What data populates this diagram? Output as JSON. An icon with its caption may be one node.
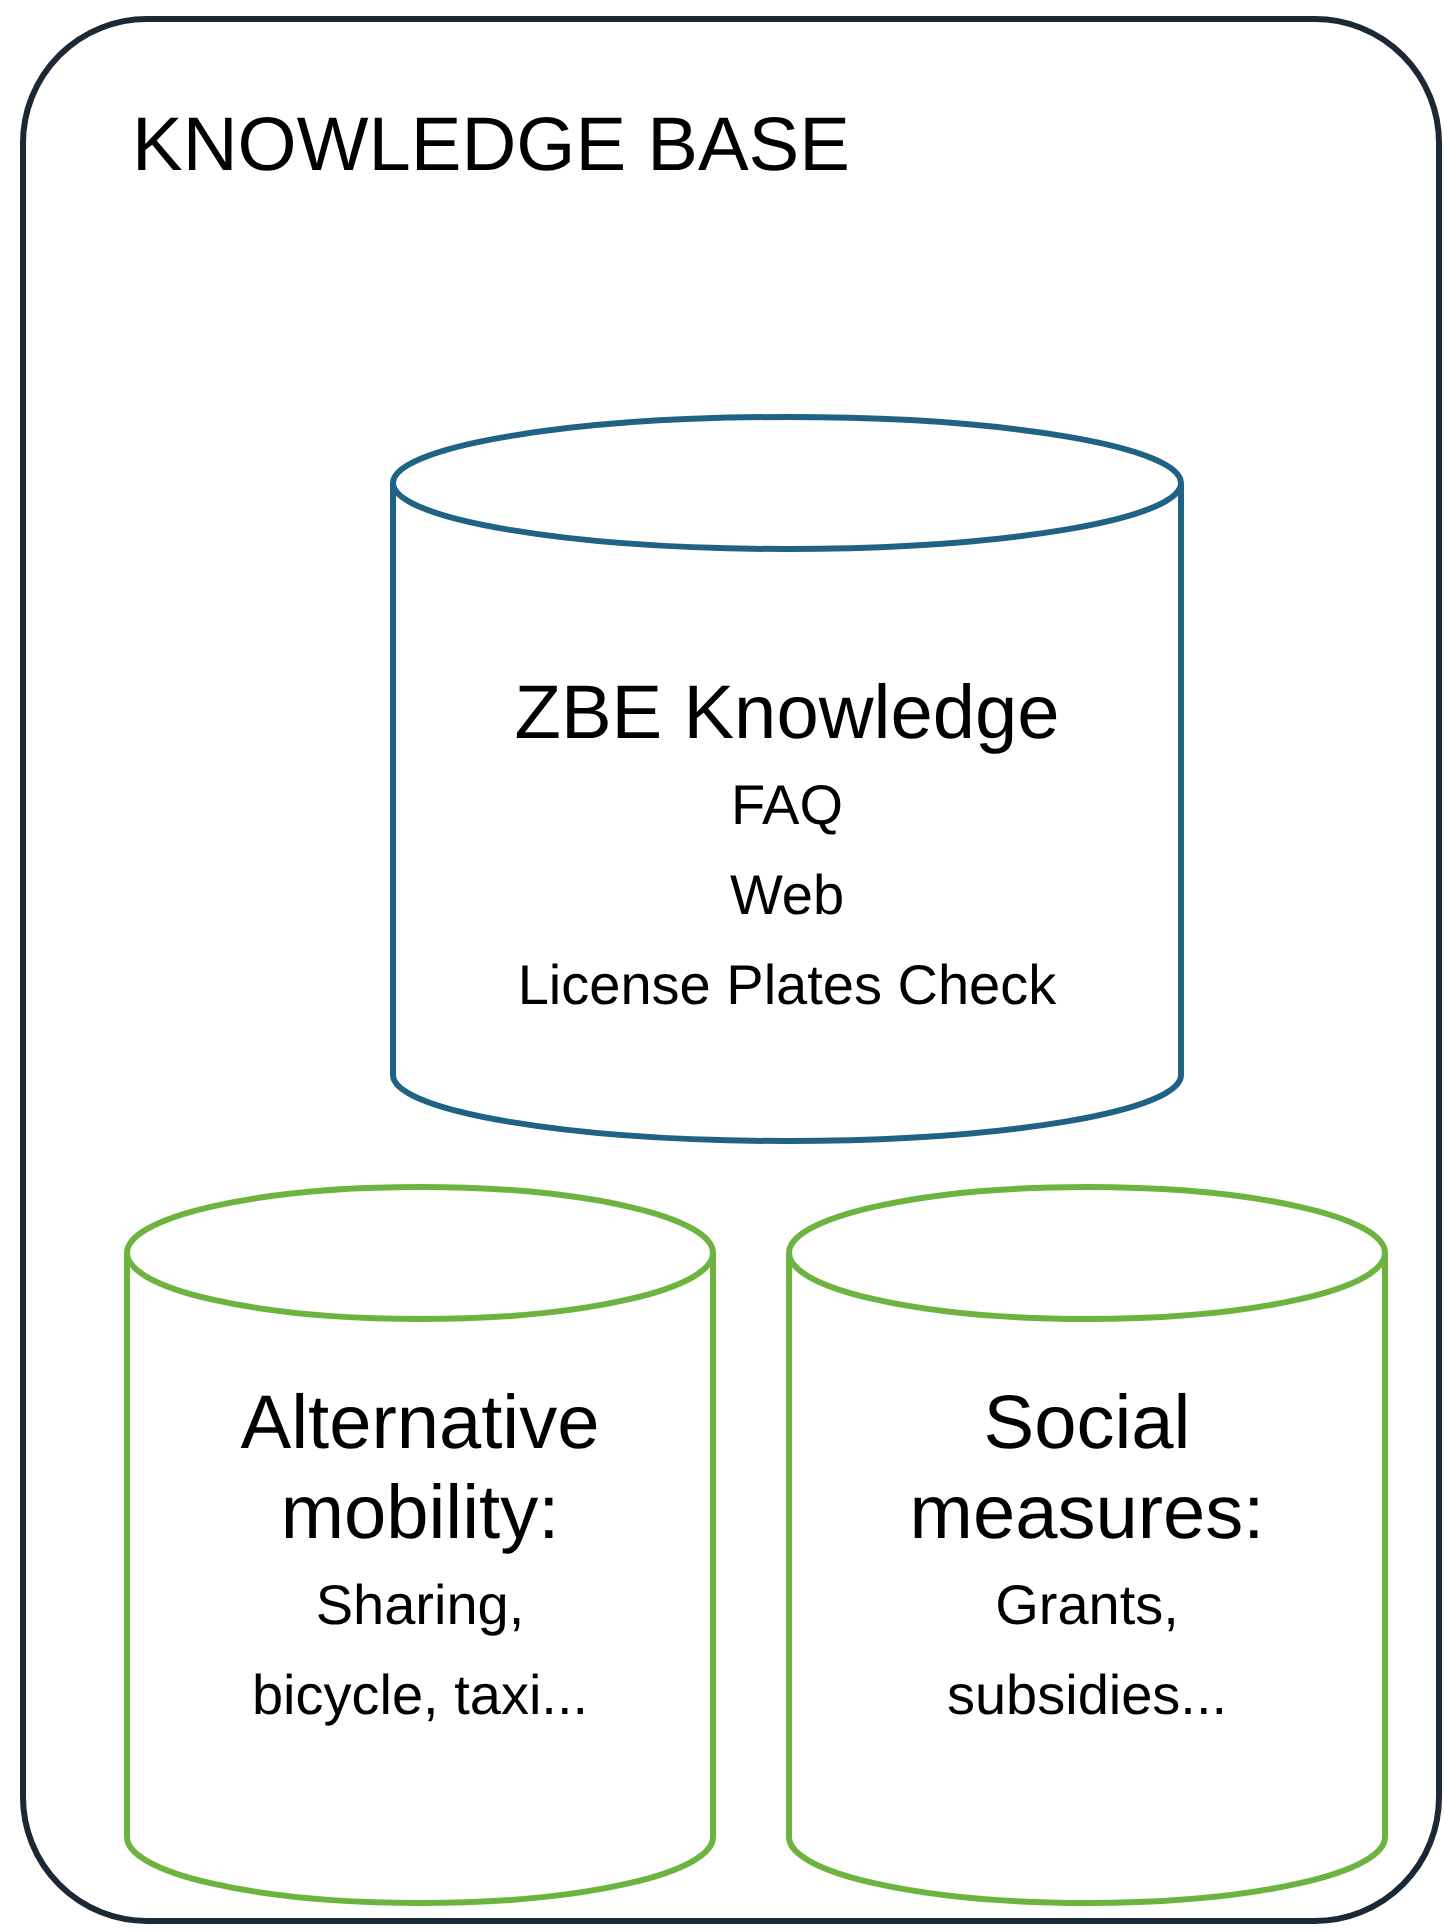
{
  "diagram": {
    "nodes": [
      {
        "text": [
          "KNOWLEDGE BASE"
        ]
      },
      {
        "text": [
          "ZBE Knowledge",
          "FAQ",
          "Web",
          "License Plates Check"
        ],
        "in": 0
      },
      {
        "text": [
          "Alternative mobility:",
          "Sharing, bicycle, taxi..."
        ],
        "in": 0
      },
      {
        "text": [
          "Social measures:",
          "Grants, subsidies..."
        ],
        "in": 0
      }
    ]
  }
}
